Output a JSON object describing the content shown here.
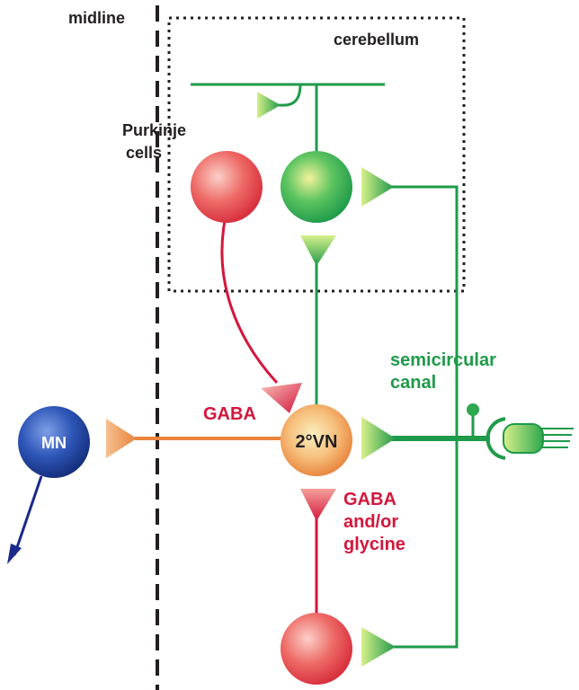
{
  "labels": {
    "midline": "midline",
    "cerebellum": "cerebellum",
    "purkinje_line1": "Purkinje",
    "purkinje_line2": "cells",
    "semicircular_line1": "semicircular",
    "semicircular_line2": "canal",
    "gaba": "GABA",
    "gaba_glycine_line1": "GABA",
    "gaba_glycine_line2": "and/or",
    "gaba_glycine_line3": "glycine",
    "mn": "MN",
    "vn": "2°VN"
  },
  "colors": {
    "green": "#1f9a4a",
    "red": "#d4163c",
    "orange": "#e8843c",
    "navy": "#1a2a8a",
    "black": "#231f20"
  }
}
